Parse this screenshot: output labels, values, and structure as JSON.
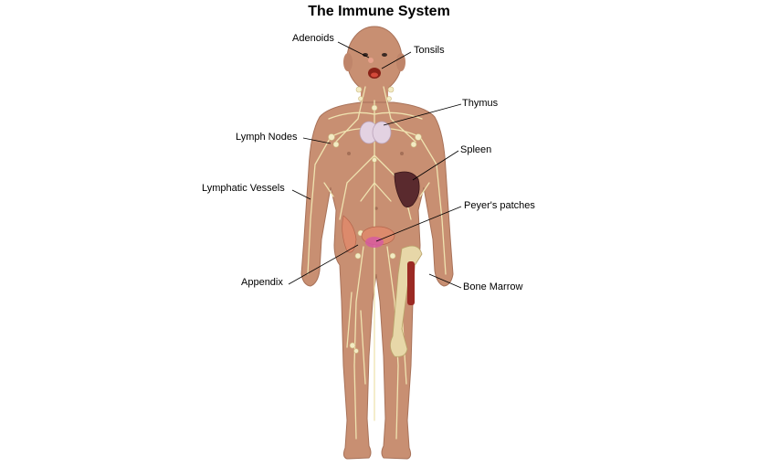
{
  "title": "The Immune System",
  "labels": {
    "adenoids": "Adenoids",
    "tonsils": "Tonsils",
    "thymus": "Thymus",
    "lymph_nodes": "Lymph Nodes",
    "spleen": "Spleen",
    "lymphatic_vessels": "Lymphatic Vessels",
    "peyers_patches": "Peyer's patches",
    "appendix": "Appendix",
    "bone_marrow": "Bone Marrow"
  },
  "colors": {
    "skin": "#c88f72",
    "skin_shadow": "#b27a5f",
    "vessel": "#efe3b0",
    "node": "#f3ebc4",
    "thymus": "#e3d2e2",
    "spleen": "#5a2a2e",
    "bone": "#e7d7a8",
    "marrow": "#9b2a24",
    "intestine": "#dc8a6c",
    "peyers": "#d65aa0"
  }
}
